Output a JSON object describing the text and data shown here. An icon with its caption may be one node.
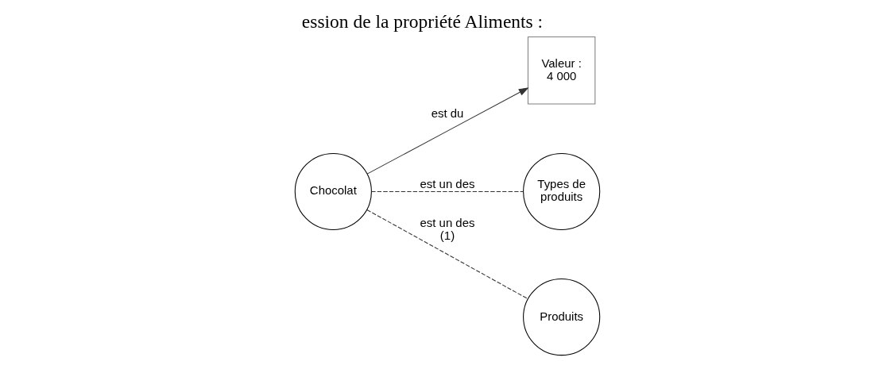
{
  "diagram": {
    "title": "ession de la propriété Aliments :",
    "nodes": [
      {
        "text": [
          "Valeur : 4 000"
        ]
      },
      {
        "text": [
          "Chocolat"
        ]
      },
      {
        "text": [
          "Types de produits"
        ]
      },
      {
        "text": [
          "Produits"
        ]
      }
    ],
    "edges": [
      {
        "from": 1,
        "to": 0,
        "arrow": "to",
        "label": "est du"
      },
      {
        "from": 1,
        "to": 2,
        "arrow": "none",
        "label": "est un des",
        "style": "dashed"
      },
      {
        "from": 1,
        "to": 3,
        "arrow": "none",
        "label": "est un des (1)",
        "style": "dashed"
      }
    ]
  }
}
